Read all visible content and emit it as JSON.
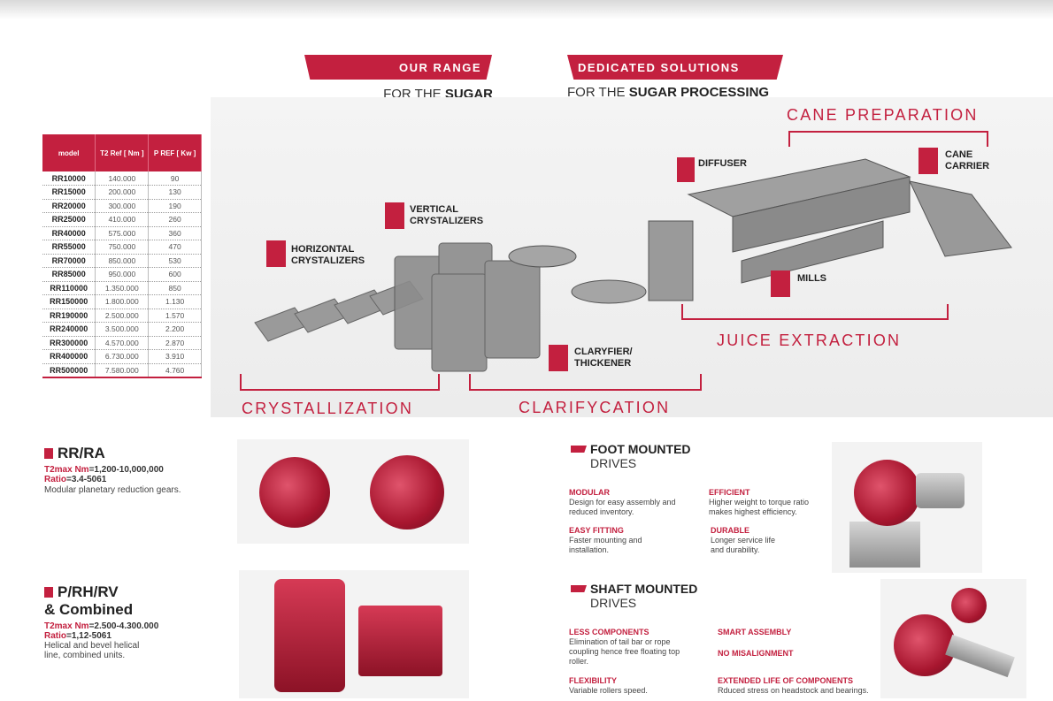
{
  "header": {
    "range_title": "OUR RANGE",
    "range_sub_prefix": "FOR THE ",
    "range_sub_bold": "SUGAR PROCESSING",
    "solutions_title": "DEDICATED SOLUTIONS",
    "solutions_sub_prefix": "FOR THE ",
    "solutions_sub_bold": "SUGAR PROCESSING"
  },
  "table": {
    "headers": [
      "model",
      "T2 Ref [ Nm ]",
      "P REF [ Kw ]"
    ],
    "rows": [
      [
        "RR10000",
        "140.000",
        "90"
      ],
      [
        "RR15000",
        "200.000",
        "130"
      ],
      [
        "RR20000",
        "300.000",
        "190"
      ],
      [
        "RR25000",
        "410.000",
        "260"
      ],
      [
        "RR40000",
        "575.000",
        "360"
      ],
      [
        "RR55000",
        "750.000",
        "470"
      ],
      [
        "RR70000",
        "850.000",
        "530"
      ],
      [
        "RR85000",
        "950.000",
        "600"
      ],
      [
        "RR110000",
        "1.350.000",
        "850"
      ],
      [
        "RR150000",
        "1.800.000",
        "1.130"
      ],
      [
        "RR190000",
        "2.500.000",
        "1.570"
      ],
      [
        "RR240000",
        "3.500.000",
        "2.200"
      ],
      [
        "RR300000",
        "4.570.000",
        "2.870"
      ],
      [
        "RR400000",
        "6.730.000",
        "3.910"
      ],
      [
        "RR500000",
        "7.580.000",
        "4.760"
      ]
    ]
  },
  "process": {
    "cane_preparation": "CANE PREPARATION",
    "juice_extraction": "JUICE EXTRACTION",
    "crystallization": "CRYSTALLIZATION",
    "clarifycation": "CLARIFYCATION",
    "diffuser": "DIFFUSER",
    "cane_carrier_1": "CANE",
    "cane_carrier_2": "CARRIER",
    "mills": "MILLS",
    "vertical_1": "VERTICAL",
    "vertical_2": "CRYSTALIZERS",
    "horizontal_1": "HORIZONTAL",
    "horizontal_2": "CRYSTALIZERS",
    "clarifier_1": "CLARYFIER/",
    "clarifier_2": "THICKENER"
  },
  "products": {
    "rr": {
      "title": "RR/RA",
      "spec1_label": "T2max Nm",
      "spec1_value": "=1,200-10,000,000",
      "spec2_label": "Ratio",
      "spec2_value": "=3.4-5061",
      "desc": "Modular planetary reduction gears."
    },
    "p": {
      "title1": "P/RH/RV",
      "title2": "& Combined",
      "spec1_label": "T2max Nm",
      "spec1_value": "=2.500-4.300.000",
      "spec2_label": "Ratio",
      "spec2_value": "=1,12-5061",
      "desc1": "Helical and bevel helical",
      "desc2": "line, combined units."
    }
  },
  "foot": {
    "title": "FOOT MOUNTED",
    "sub": "DRIVES",
    "f1_h": "MODULAR",
    "f1_p1": "Design for easy assembly and",
    "f1_p2": "reduced inventory.",
    "f2_h": "EFFICIENT",
    "f2_p1": "Higher weight to torque ratio",
    "f2_p2": "makes highest efficiency.",
    "f3_h": "EASY FITTING",
    "f3_p1": "Faster mounting and",
    "f3_p2": "installation.",
    "f4_h": "DURABLE",
    "f4_p1": "Longer service life",
    "f4_p2": "and durability."
  },
  "shaft": {
    "title": "SHAFT MOUNTED",
    "sub": "DRIVES",
    "f1_h": "LESS COMPONENTS",
    "f1_p1": "Elimination of tail bar or rope",
    "f1_p2": "coupling hence free floating top",
    "f1_p3": "roller.",
    "f2_h": "SMART ASSEMBLY",
    "f3_h": "NO MISALIGNMENT",
    "f4_h": "FLEXIBILITY",
    "f4_p1": "Variable rollers speed.",
    "f5_h": "EXTENDED LIFE OF COMPONENTS",
    "f5_p1": "Rduced stress on headstock and bearings."
  },
  "colors": {
    "accent": "#c3203f"
  }
}
